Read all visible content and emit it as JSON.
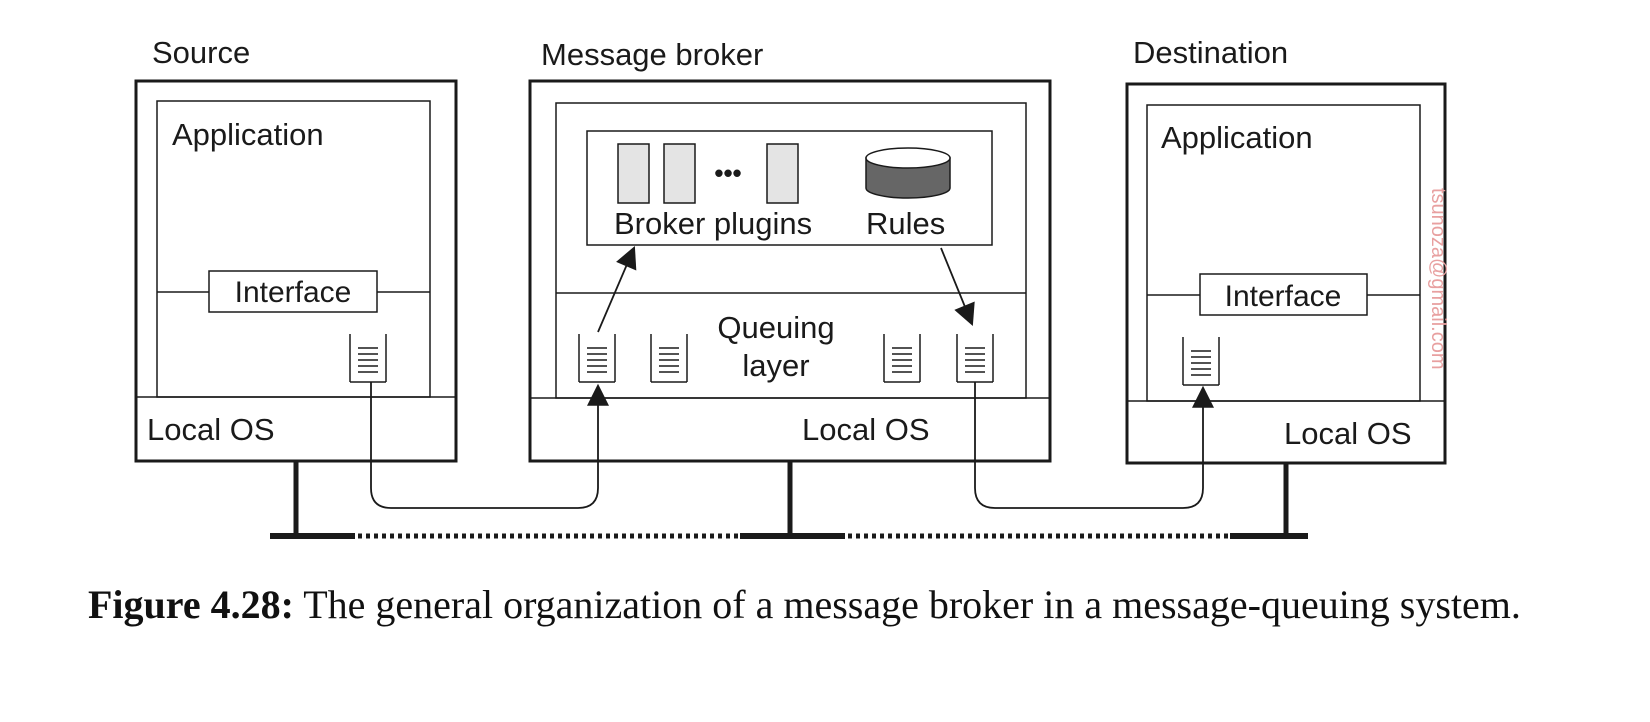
{
  "source": {
    "title": "Source",
    "application": "Application",
    "interface": "Interface",
    "local_os": "Local OS"
  },
  "broker": {
    "title": "Message broker",
    "plugins_label": "Broker plugins",
    "rules_label": "Rules",
    "queuing_line1": "Queuing",
    "queuing_line2": "layer",
    "local_os": "Local OS",
    "ellipsis": "•••"
  },
  "destination": {
    "title": "Destination",
    "application": "Application",
    "interface": "Interface",
    "local_os": "Local OS"
  },
  "watermark": "tsunoza@gmail.com",
  "caption": {
    "figure": "Figure 4.28:",
    "text": "The general organization of a message broker in a message-queuing system."
  }
}
